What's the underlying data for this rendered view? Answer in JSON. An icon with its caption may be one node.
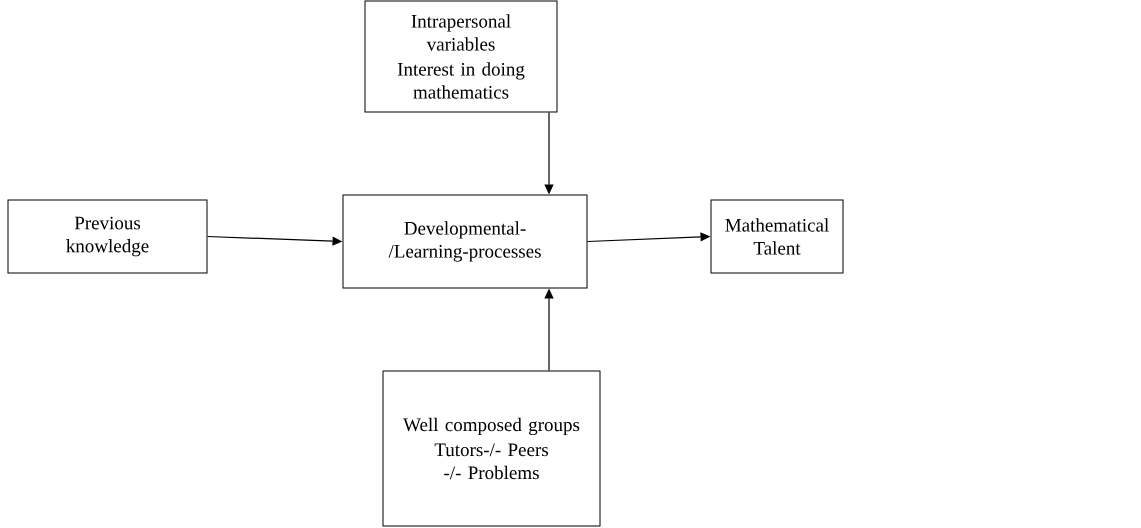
{
  "diagram": {
    "nodes": [
      {
        "text": [
          "Intrapersonal variables",
          "Interest in doing mathematics"
        ]
      },
      {
        "text": [
          "Previous knowledge"
        ]
      },
      {
        "text": [
          "Developmental-/Learning-processes"
        ]
      },
      {
        "text": [
          "Mathematical Talent"
        ]
      },
      {
        "text": [
          "Well composed groups",
          "Tutors-/- Peers -/- Problems"
        ]
      }
    ],
    "edges": [
      {
        "from": 0,
        "to": 2,
        "arrow": "to"
      },
      {
        "from": 1,
        "to": 2,
        "arrow": "to"
      },
      {
        "from": 2,
        "to": 3,
        "arrow": "to"
      },
      {
        "from": 4,
        "to": 2,
        "arrow": "to"
      }
    ]
  }
}
